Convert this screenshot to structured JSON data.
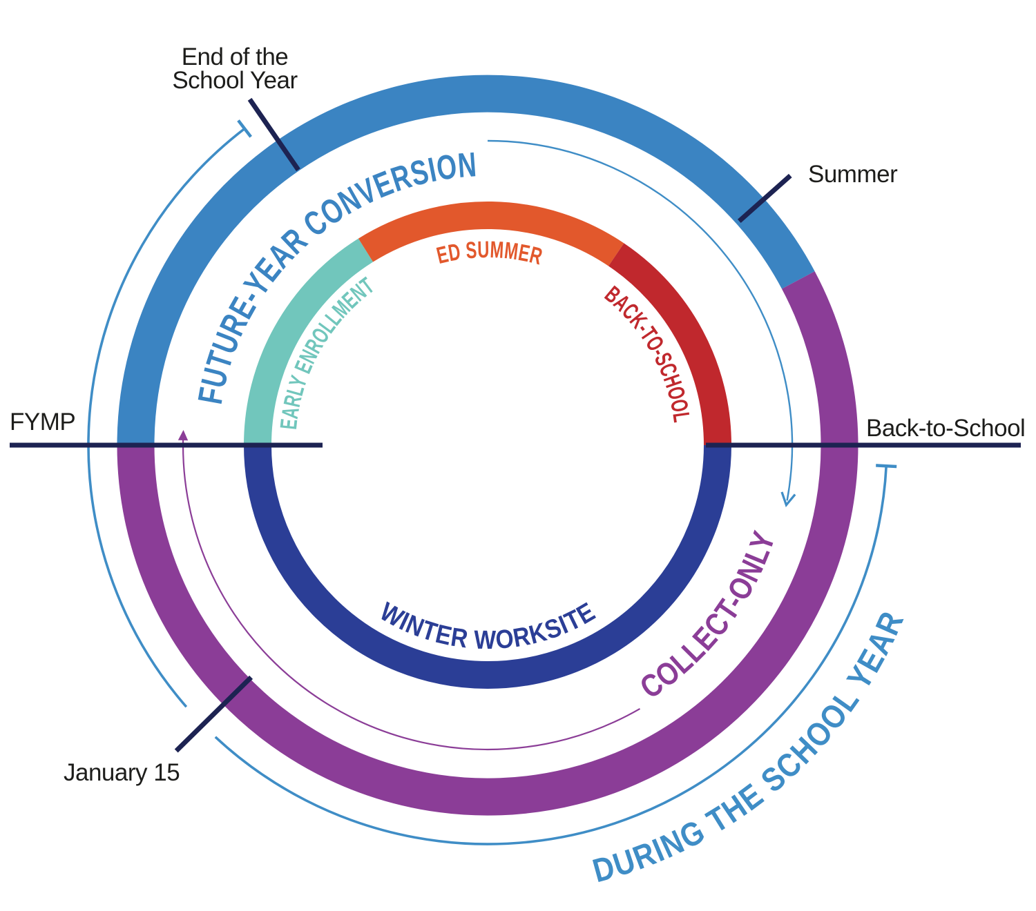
{
  "colors": {
    "outer_blue": "#3b84c2",
    "outer_purple": "#8b3d97",
    "teal": "#71c6bc",
    "orange": "#e2582c",
    "red": "#c0282d",
    "inner_navy": "#2b3e96",
    "tick_navy": "#1d2352",
    "label_black": "#1d1d1b",
    "thin_arc_blue": "#3f8dc6"
  },
  "outer_ring": {
    "segments": [
      {
        "id": "future-year-conversion",
        "label": "FUTURE-YEAR CONVERSION"
      },
      {
        "id": "collect-only",
        "label": "COLLECT-ONLY"
      }
    ]
  },
  "inner_ring": {
    "segments": [
      {
        "id": "early-enrollment",
        "label": "EARLY ENROLLMENT"
      },
      {
        "id": "ed-summer",
        "label": "ED SUMMER"
      },
      {
        "id": "back-to-school",
        "label": "BACK-TO-SCHOOL"
      },
      {
        "id": "winter-worksite",
        "label": "WINTER WORKSITE"
      }
    ]
  },
  "cycle_label": "DURING THE SCHOOL YEAR",
  "milestones": {
    "end_of_school_year": {
      "line1": "End of the",
      "line2": "School Year"
    },
    "summer": "Summer",
    "back_to_school": "Back-to-School",
    "january_15": "January 15",
    "fymp": "FYMP"
  }
}
